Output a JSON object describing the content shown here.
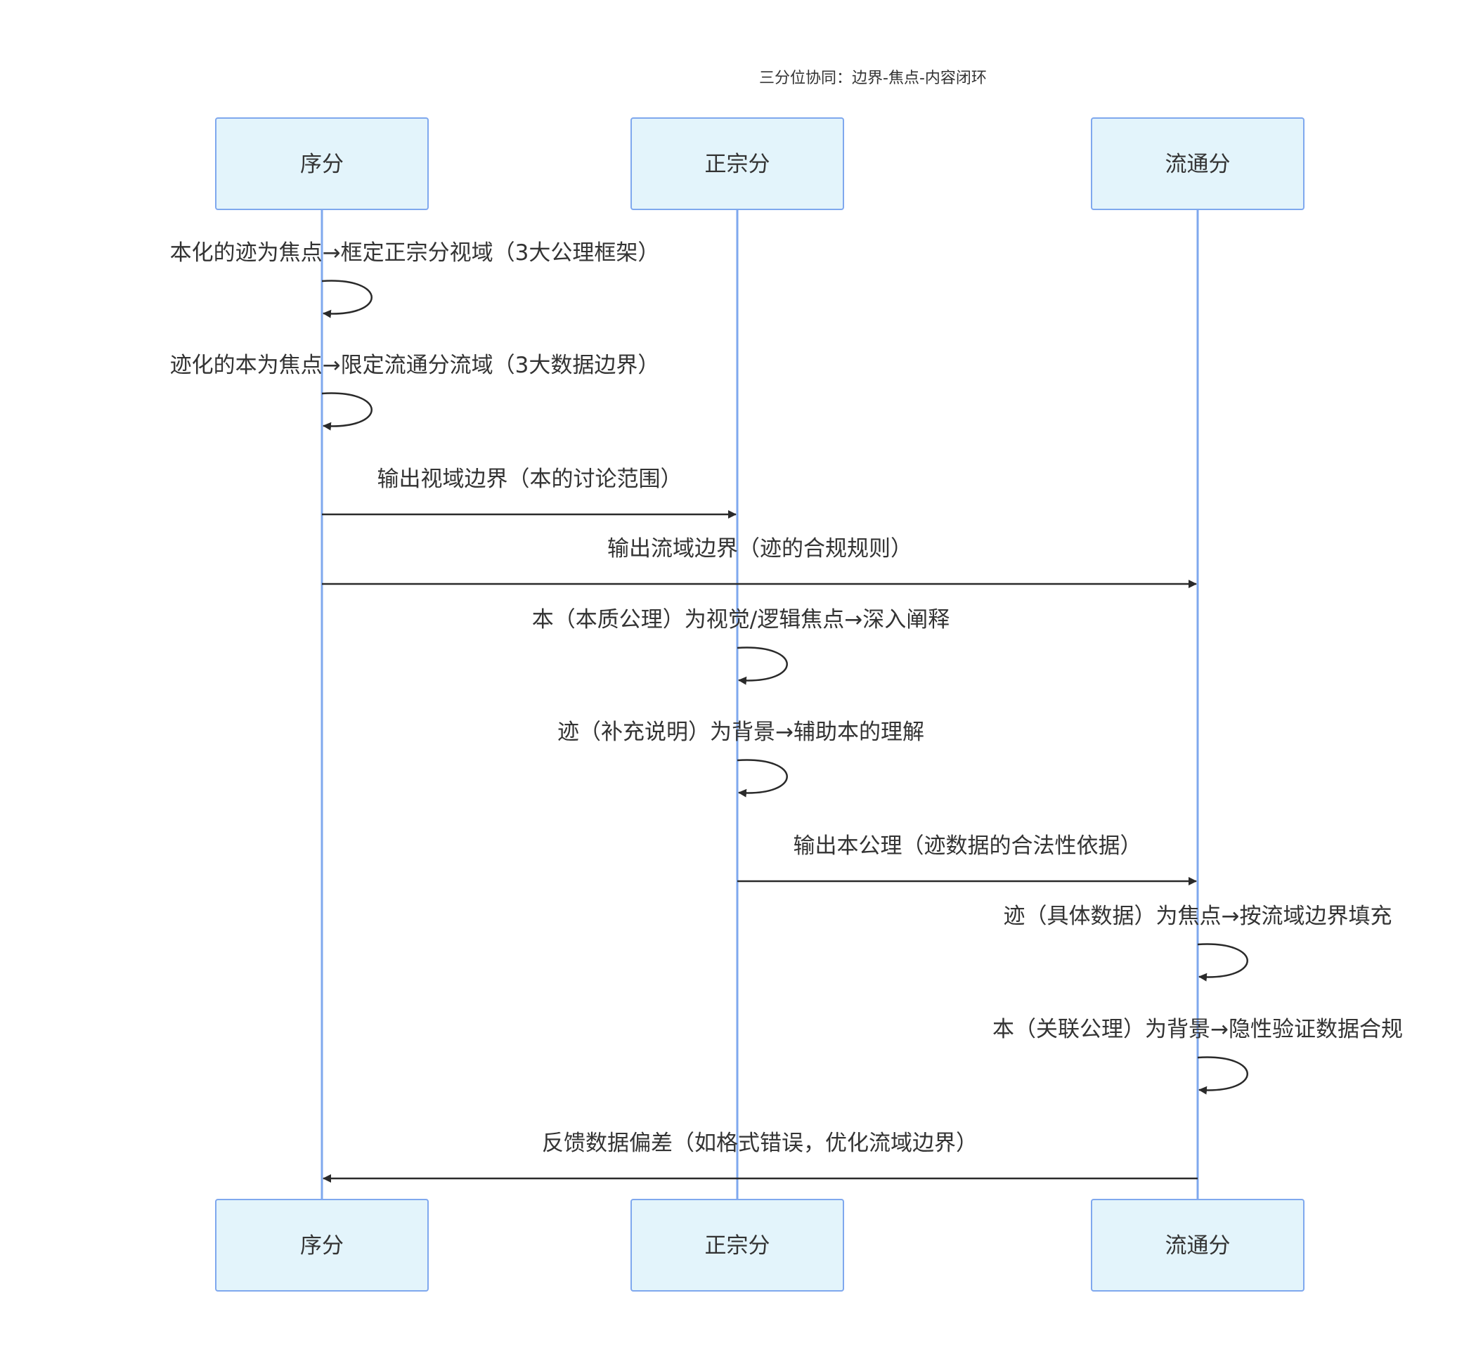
{
  "diagram": {
    "type": "sequence",
    "title": "三分位协同：边界-焦点-内容闭环",
    "colors": {
      "actor_fill": "#e3f4fb",
      "actor_border": "#7fa8ee",
      "lifeline": "#7fa8ee",
      "message": "#2a2a2a",
      "text": "#333333"
    },
    "participants": [
      {
        "id": "xu",
        "label": "序分"
      },
      {
        "id": "zhengzong",
        "label": "正宗分"
      },
      {
        "id": "liutong",
        "label": "流通分"
      }
    ],
    "messages": [
      {
        "from": "xu",
        "to": "xu",
        "text": "本化的迹为焦点→框定正宗分视域（3大公理框架）"
      },
      {
        "from": "xu",
        "to": "xu",
        "text": "迹化的本为焦点→限定流通分流域（3大数据边界）"
      },
      {
        "from": "xu",
        "to": "zhengzong",
        "text": "输出视域边界（本的讨论范围）"
      },
      {
        "from": "xu",
        "to": "liutong",
        "text": "输出流域边界（迹的合规规则）"
      },
      {
        "from": "zhengzong",
        "to": "zhengzong",
        "text": "本（本质公理）为视觉/逻辑焦点→深入阐释"
      },
      {
        "from": "zhengzong",
        "to": "zhengzong",
        "text": "迹（补充说明）为背景→辅助本的理解"
      },
      {
        "from": "zhengzong",
        "to": "liutong",
        "text": "输出本公理（迹数据的合法性依据）"
      },
      {
        "from": "liutong",
        "to": "liutong",
        "text": "迹（具体数据）为焦点→按流域边界填充"
      },
      {
        "from": "liutong",
        "to": "liutong",
        "text": "本（关联公理）为背景→隐性验证数据合规"
      },
      {
        "from": "liutong",
        "to": "xu",
        "text": "反馈数据偏差（如格式错误，优化流域边界）"
      }
    ]
  }
}
